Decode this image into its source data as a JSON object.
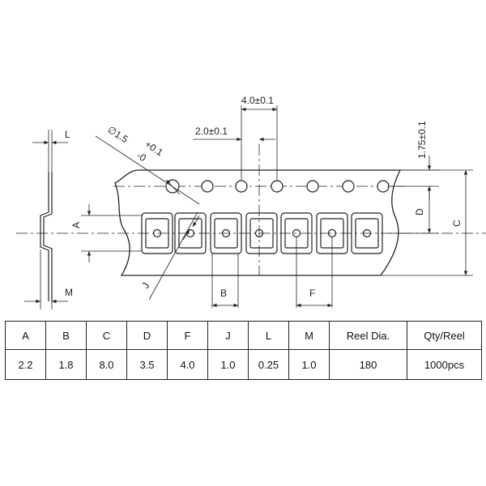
{
  "drawing": {
    "labels": {
      "L": "L",
      "hole_diameter": "∅1.5",
      "hole_tol_plus": "+0.1",
      "hole_tol_minus": "-0",
      "pitch_sprocket": "4.0±0.1",
      "half_pitch": "2.0±0.1",
      "edge_to_hole": "1.75±0.1",
      "A": "A",
      "D": "D",
      "C": "C",
      "J": "J",
      "B": "B",
      "F": "F",
      "M": "M"
    }
  },
  "spec_table": {
    "headers": [
      "A",
      "B",
      "C",
      "D",
      "F",
      "J",
      "L",
      "M",
      "Reel Dia.",
      "Qty/Reel"
    ],
    "values": [
      "2.2",
      "1.8",
      "8.0",
      "3.5",
      "4.0",
      "1.0",
      "0.25",
      "1.0",
      "180",
      "1000pcs"
    ]
  }
}
